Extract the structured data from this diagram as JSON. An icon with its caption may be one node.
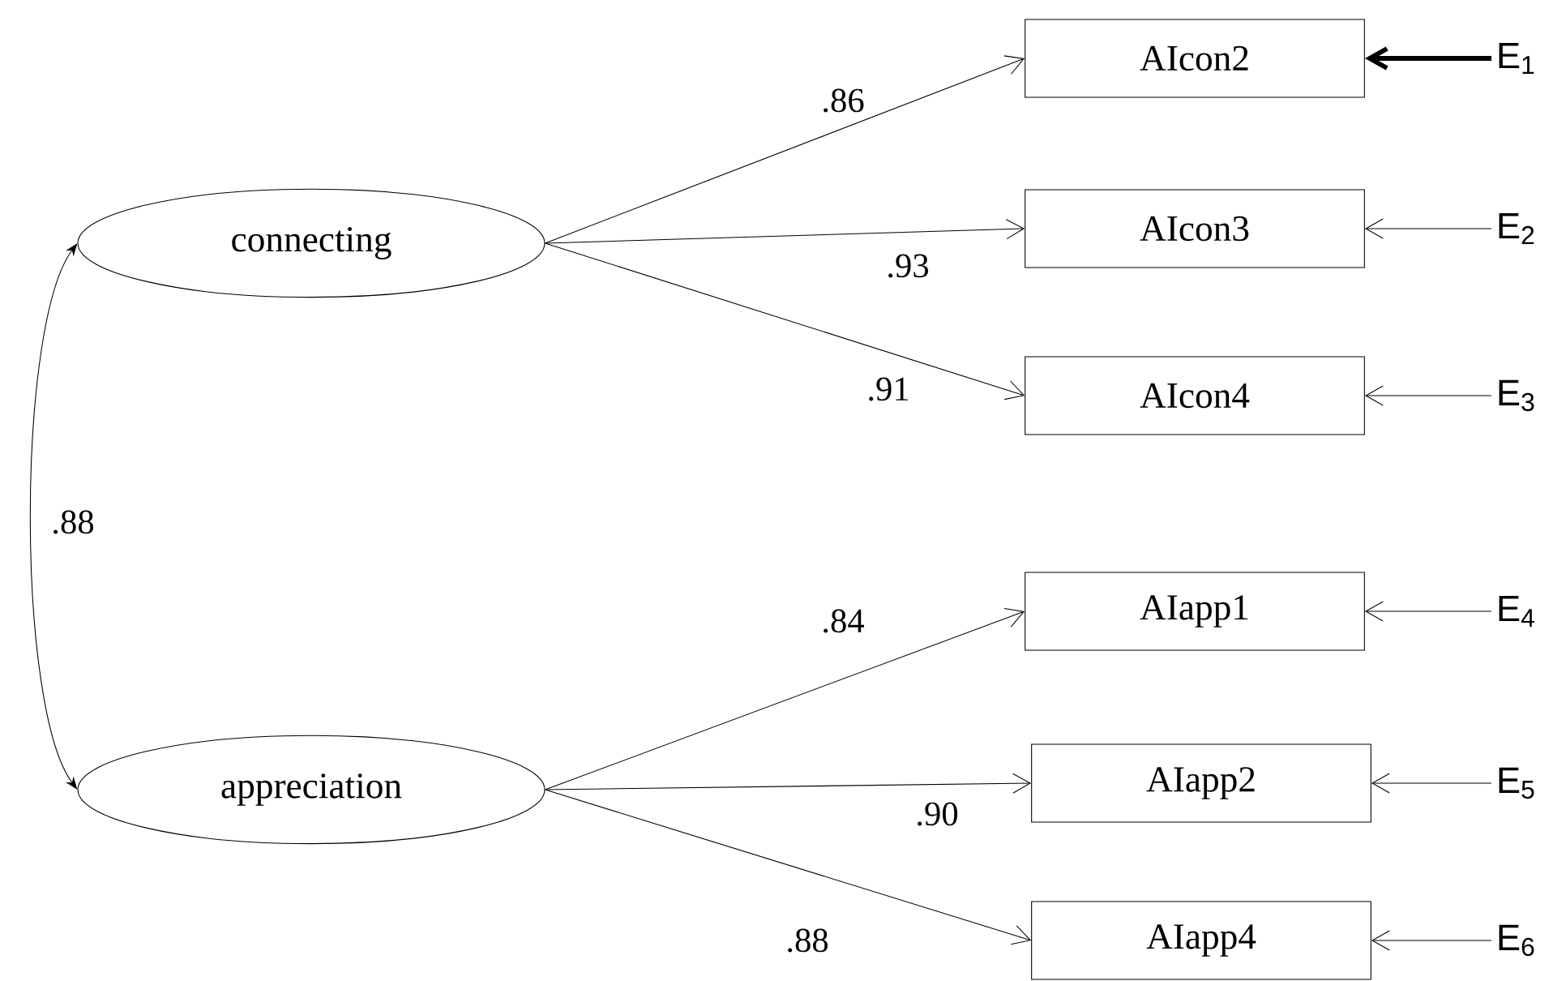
{
  "diagram": {
    "nodes": [
      {
        "text": [
          "connecting"
        ]
      },
      {
        "text": [
          "appreciation"
        ]
      },
      {
        "text": [
          "AIcon2"
        ]
      },
      {
        "text": [
          "AIcon3"
        ]
      },
      {
        "text": [
          "AIcon4"
        ]
      },
      {
        "text": [
          "AIapp1"
        ]
      },
      {
        "text": [
          "AIapp2"
        ]
      },
      {
        "text": [
          "AIapp4"
        ]
      },
      {
        "text": [
          "E$_{1}$"
        ]
      },
      {
        "text": [
          "E$_{2}$"
        ]
      },
      {
        "text": [
          "E$_{3}$"
        ]
      },
      {
        "text": [
          "E$_{4}$"
        ]
      },
      {
        "text": [
          "E$_{5}$"
        ]
      },
      {
        "text": [
          "E$_{6}$"
        ]
      }
    ],
    "edges": [
      {
        "from": 0,
        "to": 2,
        "arrow": "to",
        "label": ".86"
      },
      {
        "from": 0,
        "to": 3,
        "arrow": "to",
        "label": ".93"
      },
      {
        "from": 0,
        "to": 4,
        "arrow": "to",
        "label": ".91"
      },
      {
        "from": 1,
        "to": 5,
        "arrow": "to",
        "label": ".84"
      },
      {
        "from": 1,
        "to": 6,
        "arrow": "to",
        "label": ".90"
      },
      {
        "from": 1,
        "to": 7,
        "arrow": "to",
        "label": ".88"
      },
      {
        "from": 8,
        "to": 2,
        "arrow": "to",
        "style": "thick"
      },
      {
        "from": 9,
        "to": 3,
        "arrow": "to"
      },
      {
        "from": 10,
        "to": 4,
        "arrow": "to"
      },
      {
        "from": 11,
        "to": 5,
        "arrow": "to"
      },
      {
        "from": 12,
        "to": 6,
        "arrow": "to"
      },
      {
        "from": 13,
        "to": 7,
        "arrow": "to"
      },
      {
        "from": 0,
        "to": 1,
        "arrow": "both",
        "label": ".88"
      }
    ]
  }
}
